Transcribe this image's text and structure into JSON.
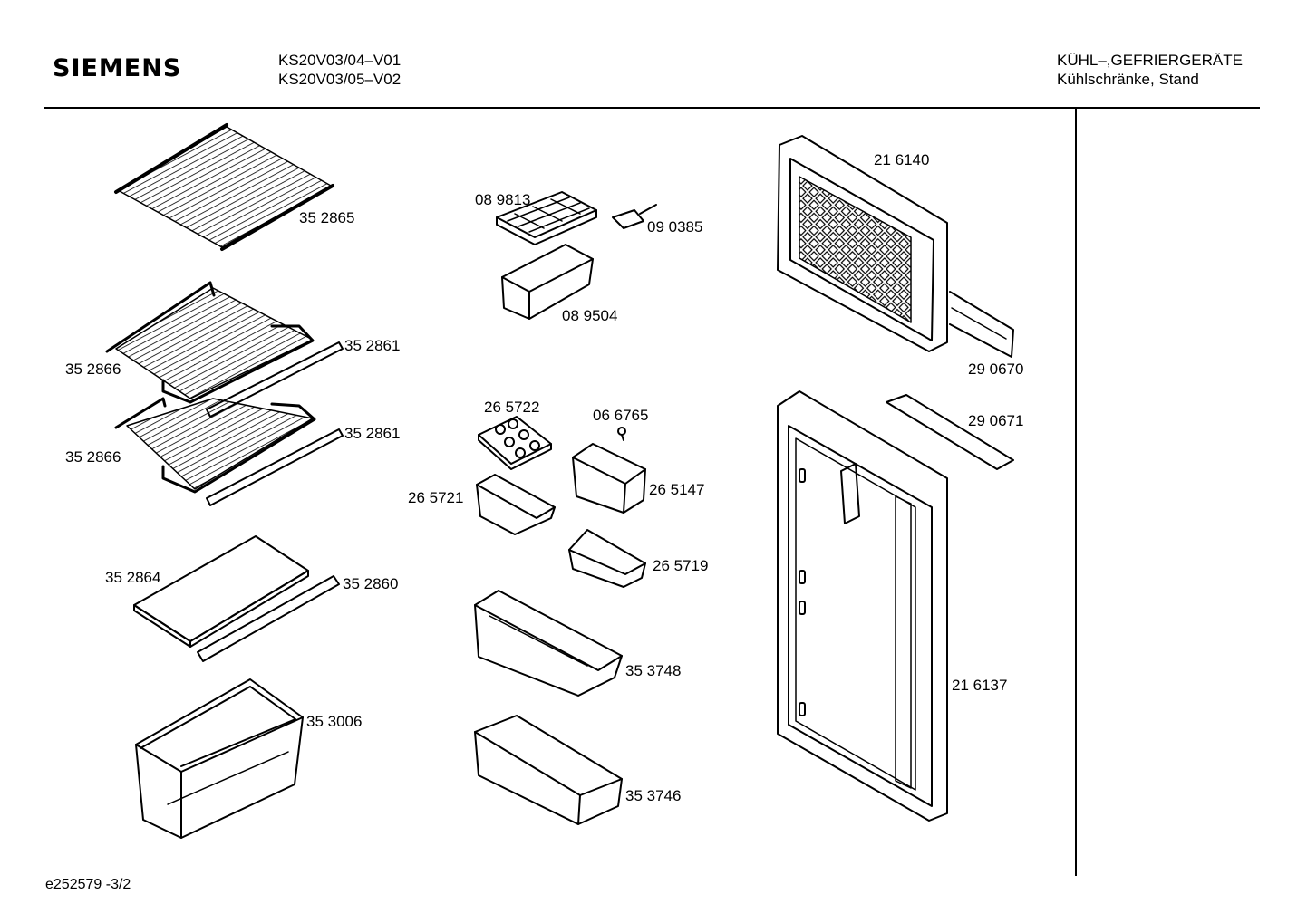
{
  "header": {
    "brand": "SIEMENS",
    "models": [
      "KS20V03/04–V01",
      "KS20V03/05–V02"
    ],
    "category": [
      "KÜHL–,GEFRIERGERÄTE",
      "Kühlschränke, Stand"
    ]
  },
  "footer": {
    "doc_id": "e252579   -3/2"
  },
  "parts": [
    "35 2865",
    "08 9813",
    "09 0385",
    "08 9504",
    "21 6140",
    "35 2866",
    "35 2861",
    "35 2866",
    "35 2861",
    "29 0670",
    "29 0671",
    "26 5722",
    "06 6765",
    "26 5721",
    "26 5147",
    "26 5719",
    "35 2864",
    "35 2860",
    "35 3748",
    "35 3006",
    "35 3746",
    "21 6137"
  ],
  "colors": {
    "ink": "#000000",
    "paper": "#ffffff"
  }
}
